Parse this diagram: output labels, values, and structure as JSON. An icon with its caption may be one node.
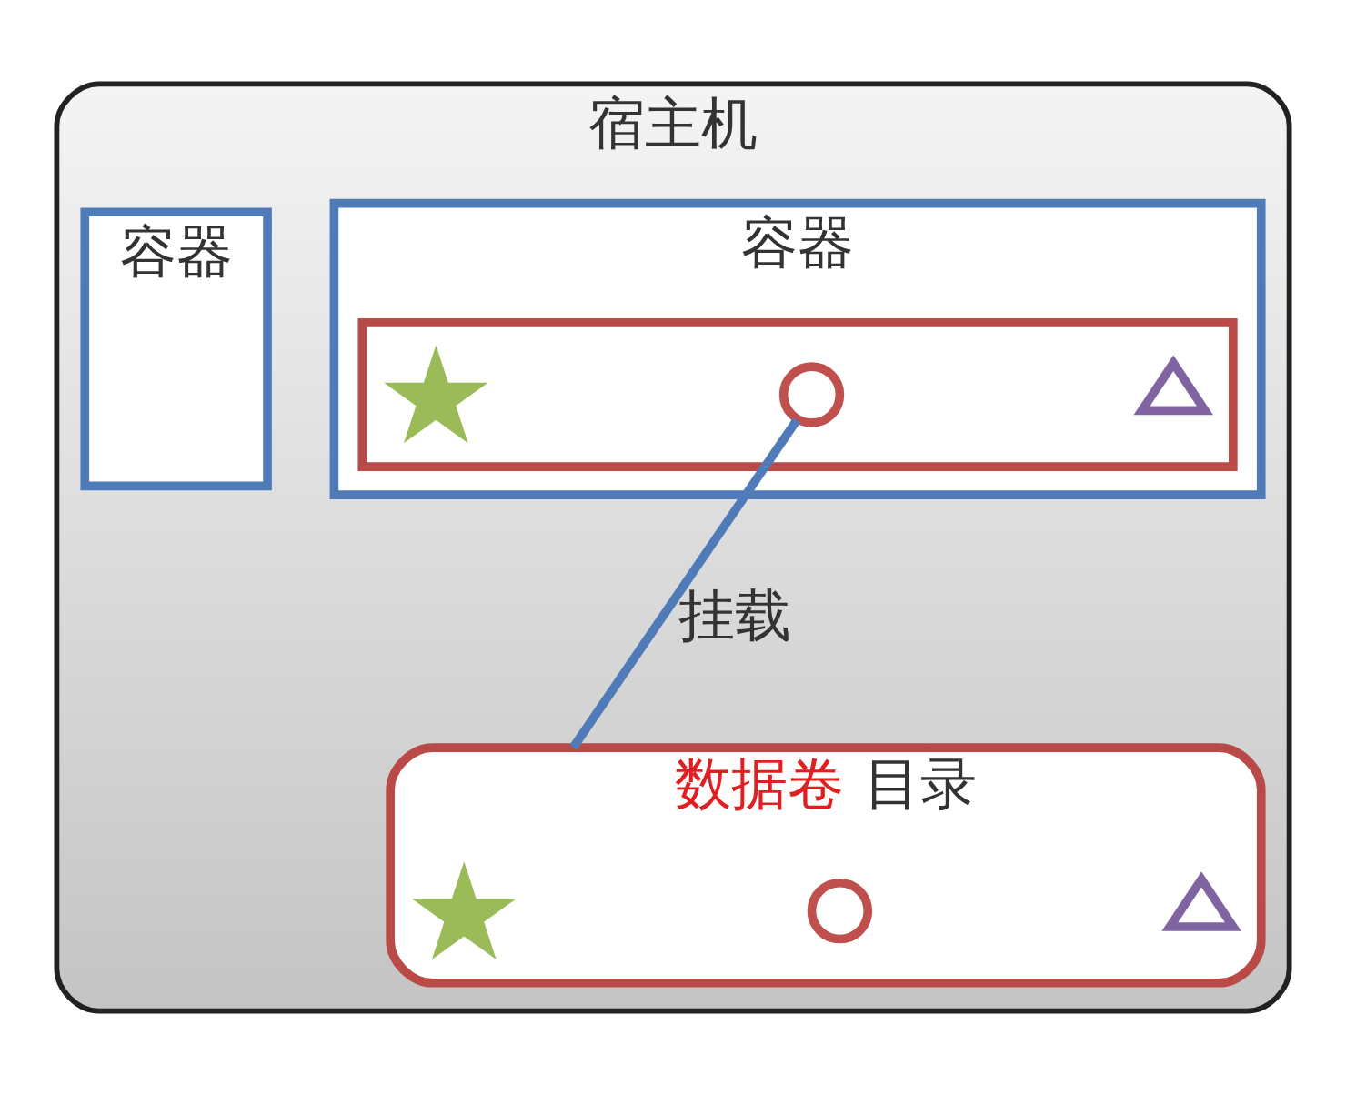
{
  "diagram": {
    "nodes": [
      {
        "text": [
          "宿主机"
        ]
      },
      {
        "text": [
          "容器"
        ],
        "in": 0
      },
      {
        "text": [],
        "shape": "box",
        "in": 1
      },
      {
        "text": [],
        "shape": "star",
        "in": 2
      },
      {
        "text": [],
        "shape": "circle",
        "in": 2
      },
      {
        "text": [],
        "shape": "triangle",
        "in": 2
      },
      {
        "text": [
          "容器"
        ],
        "in": 0
      },
      {
        "text": [
          "数据卷",
          "目录"
        ],
        "in": 0
      },
      {
        "text": [],
        "shape": "star",
        "in": 7
      },
      {
        "text": [],
        "shape": "circle",
        "in": 7
      },
      {
        "text": [],
        "shape": "triangle",
        "in": 7
      }
    ],
    "edges": [
      {
        "from": 4,
        "to": 7,
        "arrow": "none",
        "label": "挂载"
      }
    ]
  }
}
